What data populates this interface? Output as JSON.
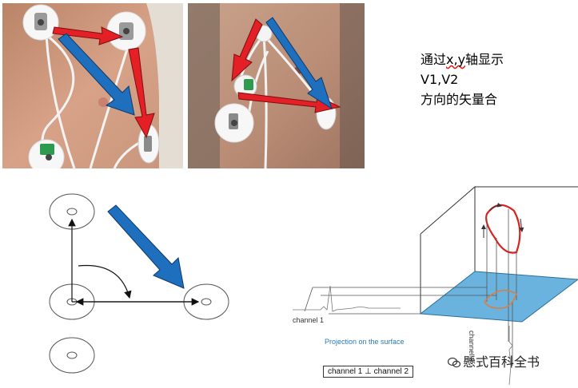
{
  "caption": {
    "line1_prefix": "通过",
    "line1_axes": "x,y",
    "line1_suffix": "轴显示",
    "line2": "V1,V2",
    "line3": "方向的矢量合"
  },
  "diagram": {
    "channel1_label": "channel 1",
    "channel2_label": "channel 2",
    "projection_label": "Projection on the surface",
    "perpendicular_label": "channel 1 ⊥ channel 2"
  },
  "watermark": "懸式百科全书",
  "colors": {
    "red_arrow": "#e41f26",
    "blue_arrow": "#1f6fbf",
    "plane_fill": "#6bb3df",
    "loop_red": "#d8231f"
  }
}
